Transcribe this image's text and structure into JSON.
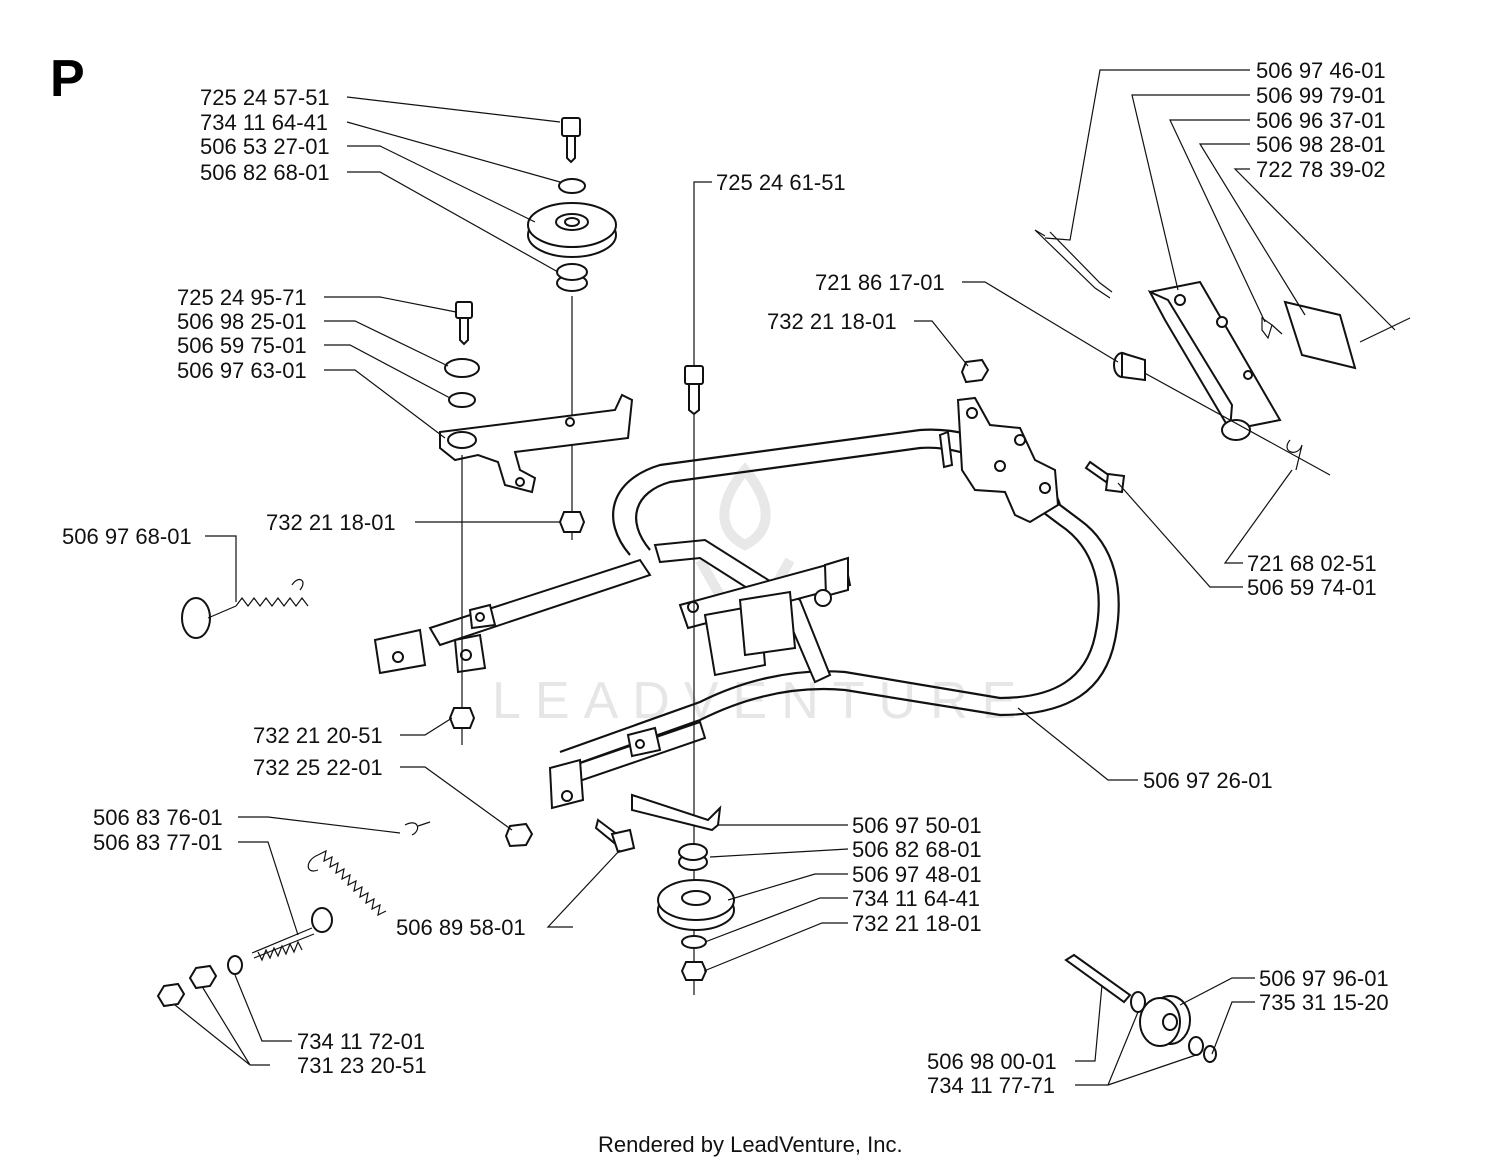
{
  "diagram": {
    "section_letter": "P",
    "footer": "Rendered by LeadVenture, Inc.",
    "watermark": "LEADVENTURE"
  },
  "labels": [
    {
      "id": "l01",
      "text": "725 24 57-51"
    },
    {
      "id": "l02",
      "text": "734 11 64-41"
    },
    {
      "id": "l03",
      "text": "506 53 27-01"
    },
    {
      "id": "l04",
      "text": "506 82 68-01"
    },
    {
      "id": "l05",
      "text": "725 24 95-71"
    },
    {
      "id": "l06",
      "text": "506 98 25-01"
    },
    {
      "id": "l07",
      "text": "506 59 75-01"
    },
    {
      "id": "l08",
      "text": "506 97 63-01"
    },
    {
      "id": "l09",
      "text": "725 24 61-51"
    },
    {
      "id": "l10",
      "text": "732 21 18-01"
    },
    {
      "id": "l11",
      "text": "721 86 17-01"
    },
    {
      "id": "l12",
      "text": "732 21 18-01"
    },
    {
      "id": "l13",
      "text": "506 97 46-01"
    },
    {
      "id": "l14",
      "text": "506 99 79-01"
    },
    {
      "id": "l15",
      "text": "506 96 37-01"
    },
    {
      "id": "l16",
      "text": "506 98 28-01"
    },
    {
      "id": "l17",
      "text": "722 78 39-02"
    },
    {
      "id": "l18",
      "text": "506 97 68-01"
    },
    {
      "id": "l19",
      "text": "721 68 02-51"
    },
    {
      "id": "l20",
      "text": "506 59 74-01"
    },
    {
      "id": "l21",
      "text": "732 21 20-51"
    },
    {
      "id": "l22",
      "text": "732 25 22-01"
    },
    {
      "id": "l23",
      "text": "506 97 26-01"
    },
    {
      "id": "l24",
      "text": "506 83 76-01"
    },
    {
      "id": "l25",
      "text": "506 83 77-01"
    },
    {
      "id": "l26",
      "text": "506 97 50-01"
    },
    {
      "id": "l27",
      "text": "506 82 68-01"
    },
    {
      "id": "l28",
      "text": "506 97 48-01"
    },
    {
      "id": "l29",
      "text": "734 11 64-41"
    },
    {
      "id": "l30",
      "text": "732 21 18-01"
    },
    {
      "id": "l31",
      "text": "506 89 58-01"
    },
    {
      "id": "l32",
      "text": "734 11 72-01"
    },
    {
      "id": "l33",
      "text": "731 23 20-51"
    },
    {
      "id": "l34",
      "text": "506 97 96-01"
    },
    {
      "id": "l35",
      "text": "735 31 15-20"
    },
    {
      "id": "l36",
      "text": "506 98 00-01"
    },
    {
      "id": "l37",
      "text": "734 11 77-71"
    }
  ]
}
